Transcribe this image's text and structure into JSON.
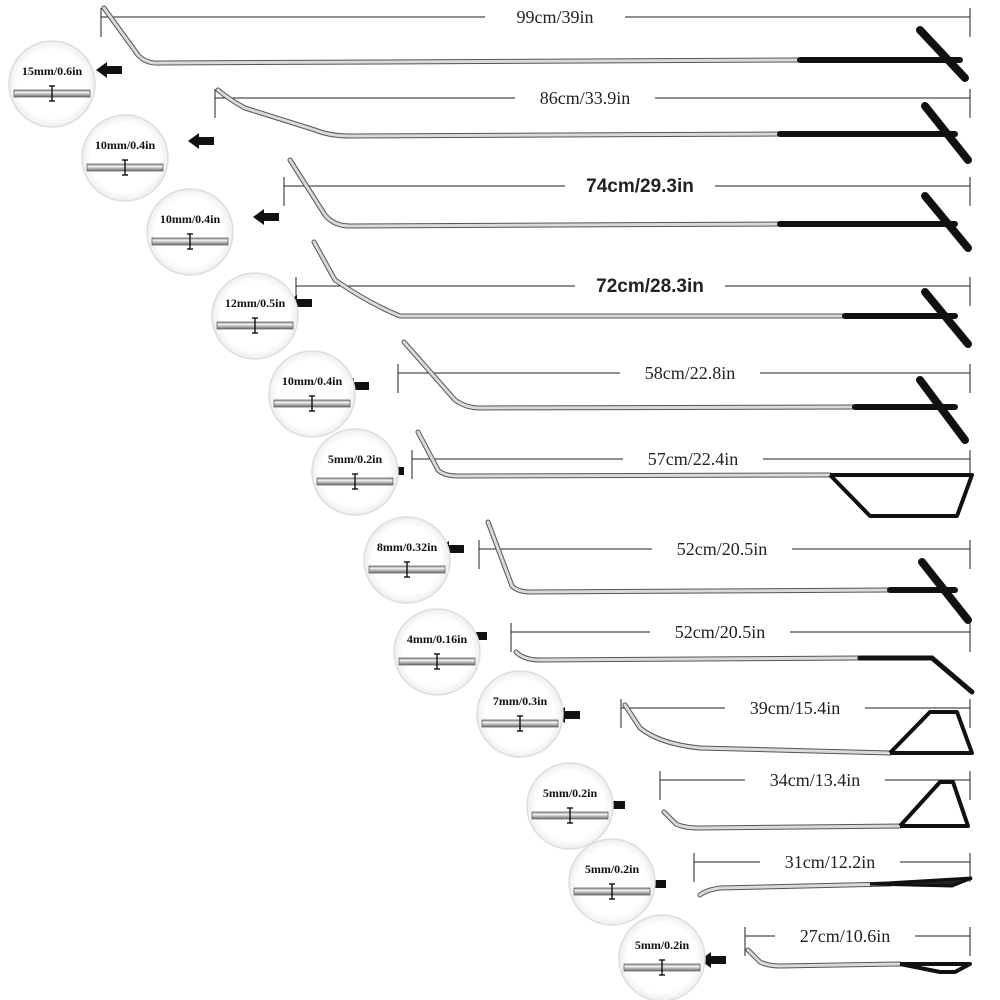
{
  "product_image": {
    "tools": [
      {
        "length": "99cm/39in",
        "diameter": "15mm/0.6in",
        "tip": "hook-round",
        "handle": "t-bar"
      },
      {
        "length": "86cm/33.9in",
        "diameter": "10mm/0.4in",
        "tip": "bent",
        "handle": "t-bar"
      },
      {
        "length": "74cm/29.3in",
        "diameter": "10mm/0.4in",
        "tip": "pointed",
        "handle": "t-bar"
      },
      {
        "length": "72cm/28.3in",
        "diameter": "12mm/0.5in",
        "tip": "flat-bent",
        "handle": "t-bar"
      },
      {
        "length": "58cm/22.8in",
        "diameter": "10mm/0.4in",
        "tip": "bent",
        "handle": "t-bar"
      },
      {
        "length": "57cm/22.4in",
        "diameter": "5mm/0.2in",
        "tip": "bent",
        "handle": "loop"
      },
      {
        "length": "52cm/20.5in",
        "diameter": "8mm/0.32in",
        "tip": "flat-bent",
        "handle": "t-bar"
      },
      {
        "length": "52cm/20.5in",
        "diameter": "4mm/0.16in",
        "tip": "straight",
        "handle": "bent-end"
      },
      {
        "length": "39cm/15.4in",
        "diameter": "7mm/0.3in",
        "tip": "bent",
        "handle": "loop"
      },
      {
        "length": "34cm/13.4in",
        "diameter": "5mm/0.2in",
        "tip": "bent",
        "handle": "loop"
      },
      {
        "length": "31cm/12.2in",
        "diameter": "5mm/0.2in",
        "tip": "bent",
        "handle": "flat-loop"
      },
      {
        "length": "27cm/10.6in",
        "diameter": "5mm/0.2in",
        "tip": "bent",
        "handle": "loop"
      }
    ]
  }
}
